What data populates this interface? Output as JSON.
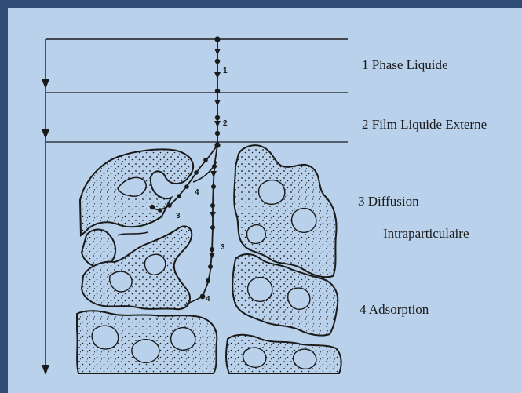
{
  "colors": {
    "frame": "#2f4c76",
    "panel": "#b9d1ea",
    "ink": "#1a1a1a",
    "particle_fill": "#b9d1ea"
  },
  "labels": {
    "phase_liquide": "1 Phase Liquide",
    "film_externe": "2 Film Liquide Externe",
    "diffusion_line1": "3 Diffusion",
    "diffusion_line2": "Intraparticulaire",
    "adsorption": "4 Adsorption"
  },
  "path_markers": {
    "m1": "1",
    "m2": "2",
    "m3a": "3",
    "m3b": "3",
    "m4a": "4",
    "m4b": "4"
  }
}
